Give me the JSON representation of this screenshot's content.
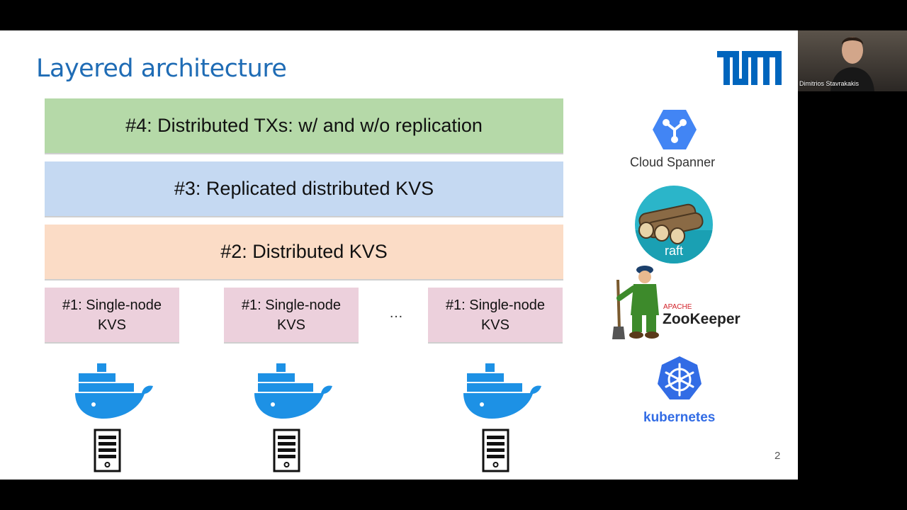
{
  "slide": {
    "title": "Layered architecture",
    "page_number": "2",
    "layers": {
      "layer4": "#4: Distributed TXs: w/ and w/o replication",
      "layer3": "#3: Replicated distributed KVS",
      "layer2": "#2: Distributed KVS"
    },
    "nodes": [
      {
        "label": "#1: Single-node\nKVS"
      },
      {
        "label": "#1: Single-node\nKVS"
      },
      {
        "label": "#1: Single-node\nKVS"
      }
    ],
    "ellipsis": "…",
    "logos": {
      "cloud_spanner": "Cloud Spanner",
      "raft": "raft",
      "zookeeper_apache": "APACHE",
      "zookeeper": "ZooKeeper",
      "kubernetes": "kubernetes"
    },
    "colors": {
      "title": "#1f6cb5",
      "layer4": "#b5d9a8",
      "layer3": "#c5d9f2",
      "layer2": "#fbdcc6",
      "node": "#ecd0dc",
      "docker_blue": "#1d91e5",
      "tum_blue": "#0065bd"
    }
  },
  "webcam": {
    "name": "Dimitrios Stavrakakis"
  }
}
